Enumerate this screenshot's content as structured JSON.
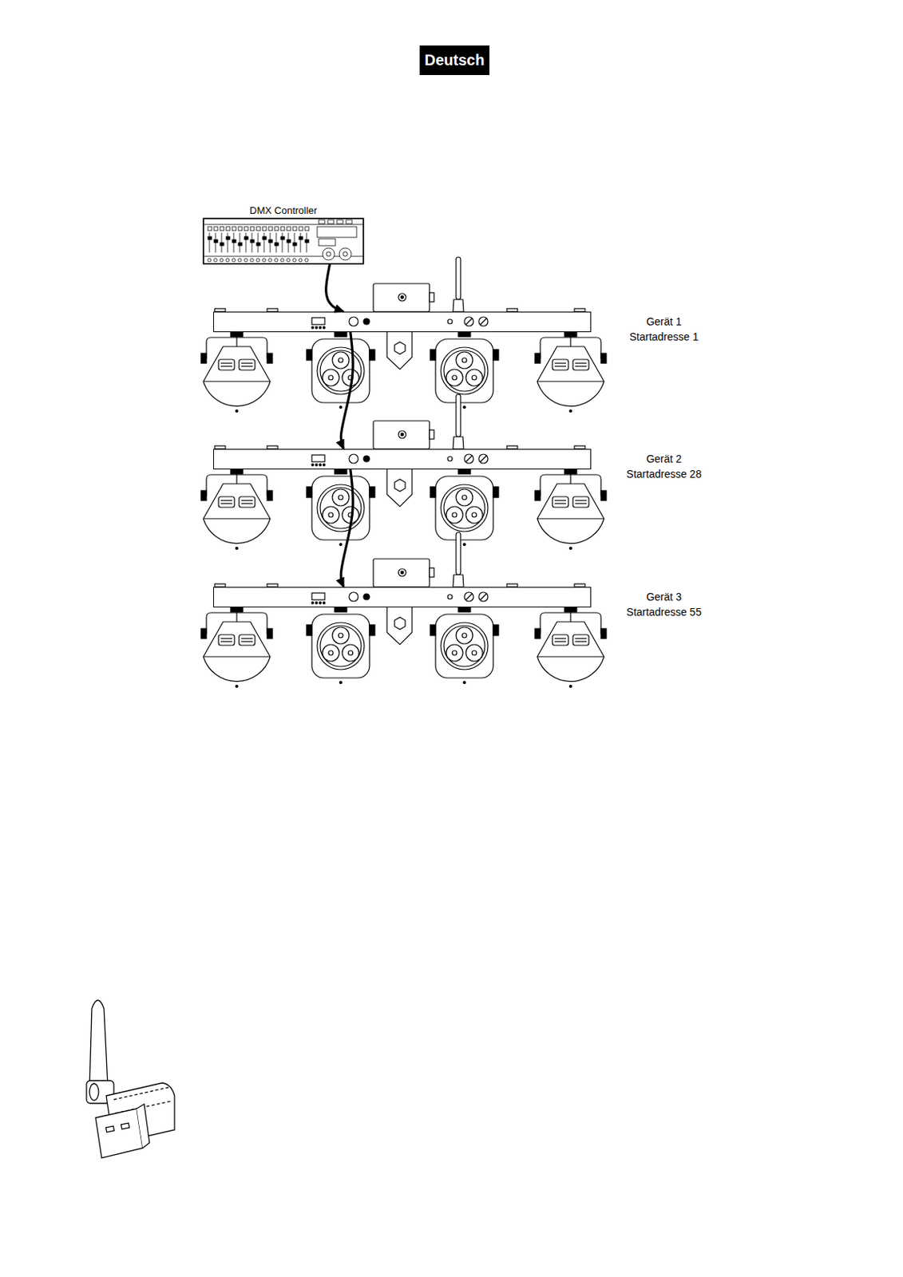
{
  "diagram": {
    "nodes": [
      {
        "text": [
          "Deutsch"
        ]
      },
      {
        "text": [
          "DMX Controller"
        ]
      },
      {
        "text": [
          "Gerät 1",
          "Startadresse 1"
        ]
      },
      {
        "text": [
          "Gerät 2",
          "Startadresse 28"
        ]
      },
      {
        "text": [
          "Gerät 3",
          "Startadresse 55"
        ]
      }
    ],
    "edges": [
      {
        "from": 1,
        "to": 2,
        "arrow": "to"
      },
      {
        "from": 2,
        "to": 3,
        "arrow": "to"
      },
      {
        "from": 3,
        "to": 4,
        "arrow": "to"
      }
    ]
  }
}
